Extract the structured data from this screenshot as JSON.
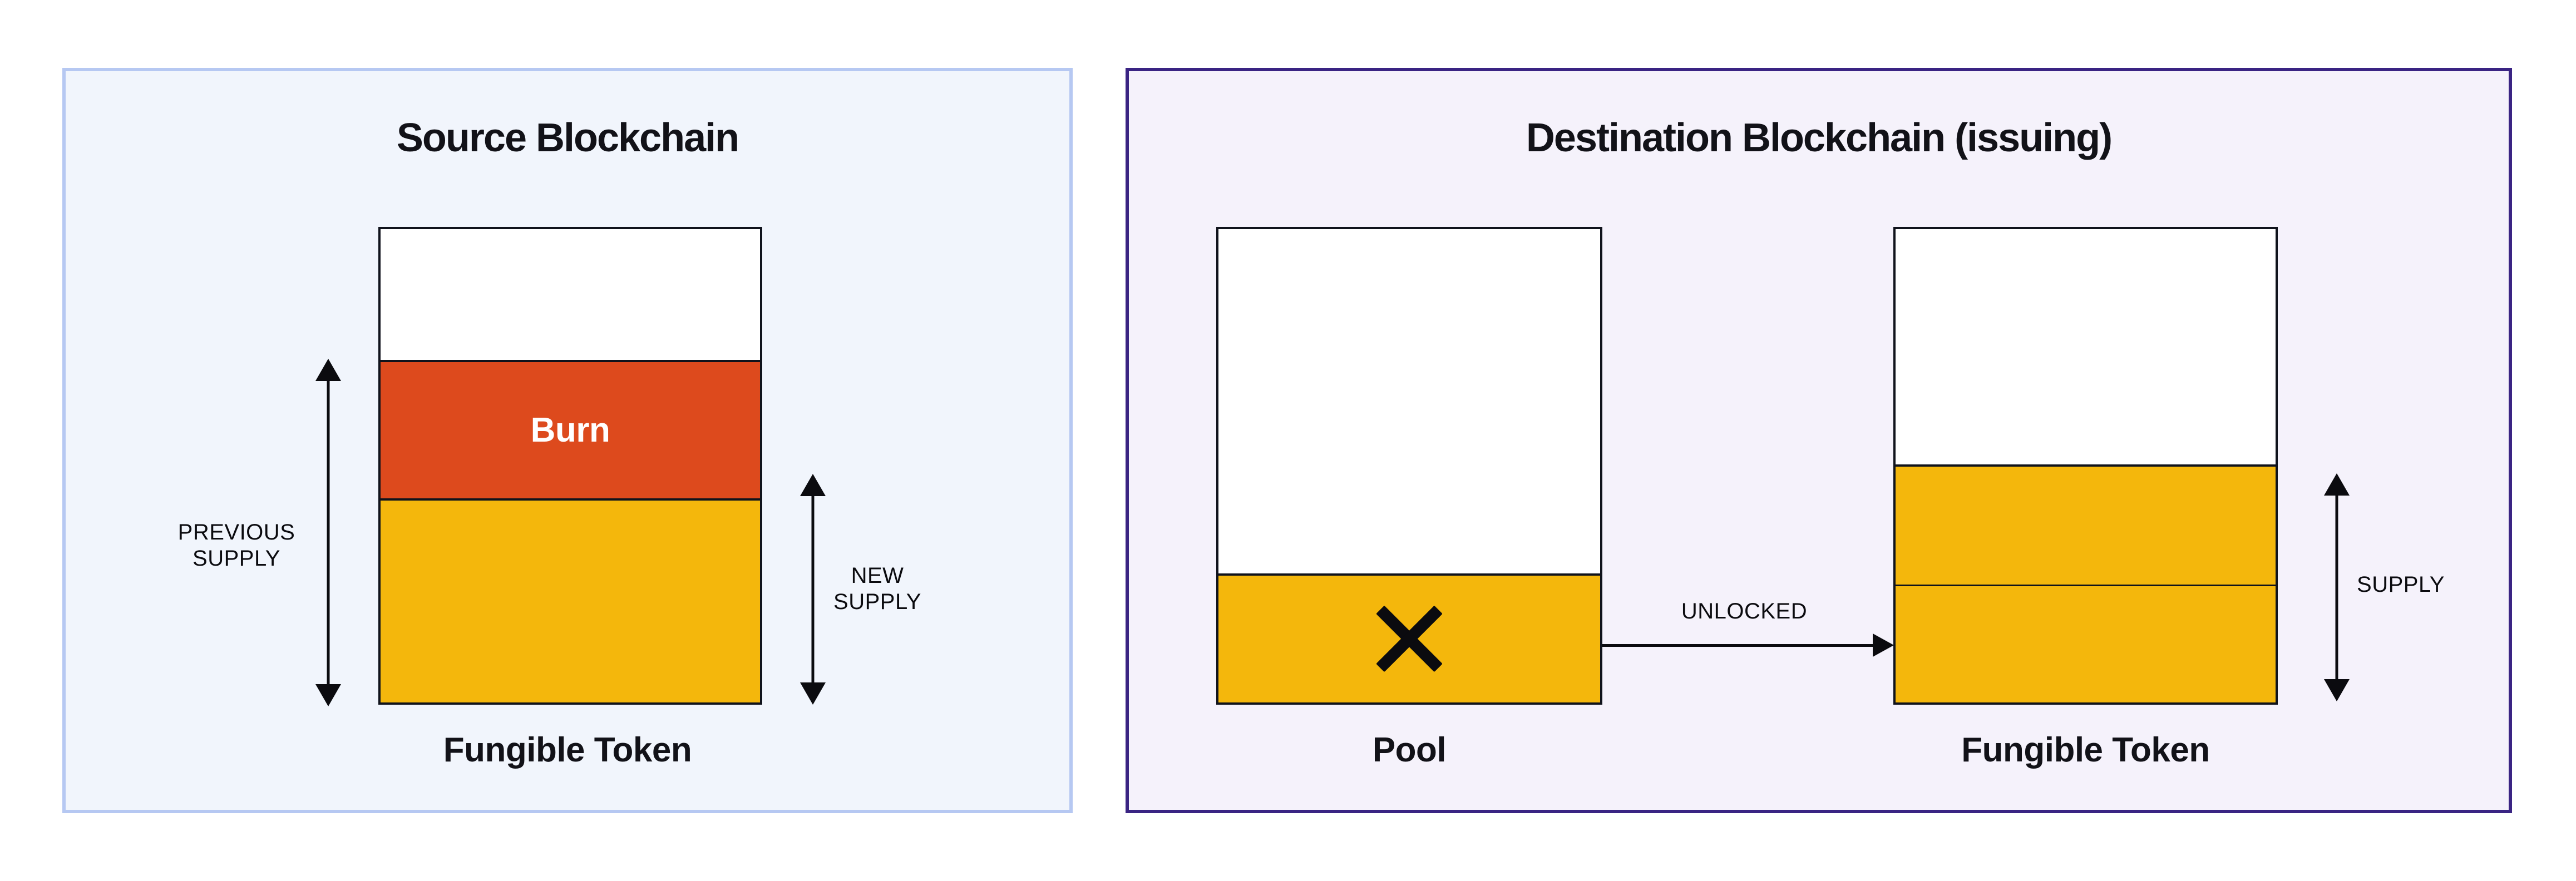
{
  "colors": {
    "page_bg": "#FFFFFF",
    "token_yellow": "#F4B70C",
    "burn_orange": "#DD4A1D",
    "outline_black": "#10131C",
    "text_dark": "#121218",
    "annotation_black": "#0B0B0F",
    "burn_text": "#FFFFFF",
    "left_panel_bg": "#F1F5FC",
    "left_panel_border": "#B6C8F2",
    "right_panel_bg": "#F5F2FB",
    "right_panel_border": "#3A2483"
  },
  "left_panel": {
    "title": "Source Blockchain",
    "bar": {
      "burn_label": "Burn",
      "caption": "Fungible Token",
      "segments": [
        {
          "name": "empty-headroom",
          "color": "#FFFFFF",
          "fraction": 0.27
        },
        {
          "name": "burn",
          "color": "#DD4A1D",
          "fraction": 0.29
        },
        {
          "name": "remaining-supply",
          "color": "#F4B70C",
          "fraction": 0.44
        }
      ]
    },
    "previous_supply": {
      "lines": [
        "PREVIOUS",
        "SUPPLY"
      ]
    },
    "new_supply": {
      "lines": [
        "NEW",
        "SUPPLY"
      ]
    }
  },
  "right_panel": {
    "title": "Destination Blockchain (issuing)",
    "pool_bar": {
      "caption": "Pool",
      "segments": [
        {
          "name": "empty-headroom",
          "color": "#FFFFFF",
          "fraction": 0.74
        },
        {
          "name": "locked-tokens-crossed-out",
          "color": "#F4B70C",
          "fraction": 0.26
        }
      ]
    },
    "unlocked_label": "UNLOCKED",
    "supply": {
      "lines": [
        "SUPPLY"
      ]
    },
    "token_bar": {
      "caption": "Fungible Token",
      "segments": [
        {
          "name": "empty-headroom",
          "color": "#FFFFFF",
          "fraction": 0.51
        },
        {
          "name": "newly-unlocked",
          "color": "#F4B70C",
          "fraction": 0.25
        },
        {
          "name": "existing-supply",
          "color": "#F4B70C",
          "fraction": 0.24
        }
      ]
    }
  }
}
